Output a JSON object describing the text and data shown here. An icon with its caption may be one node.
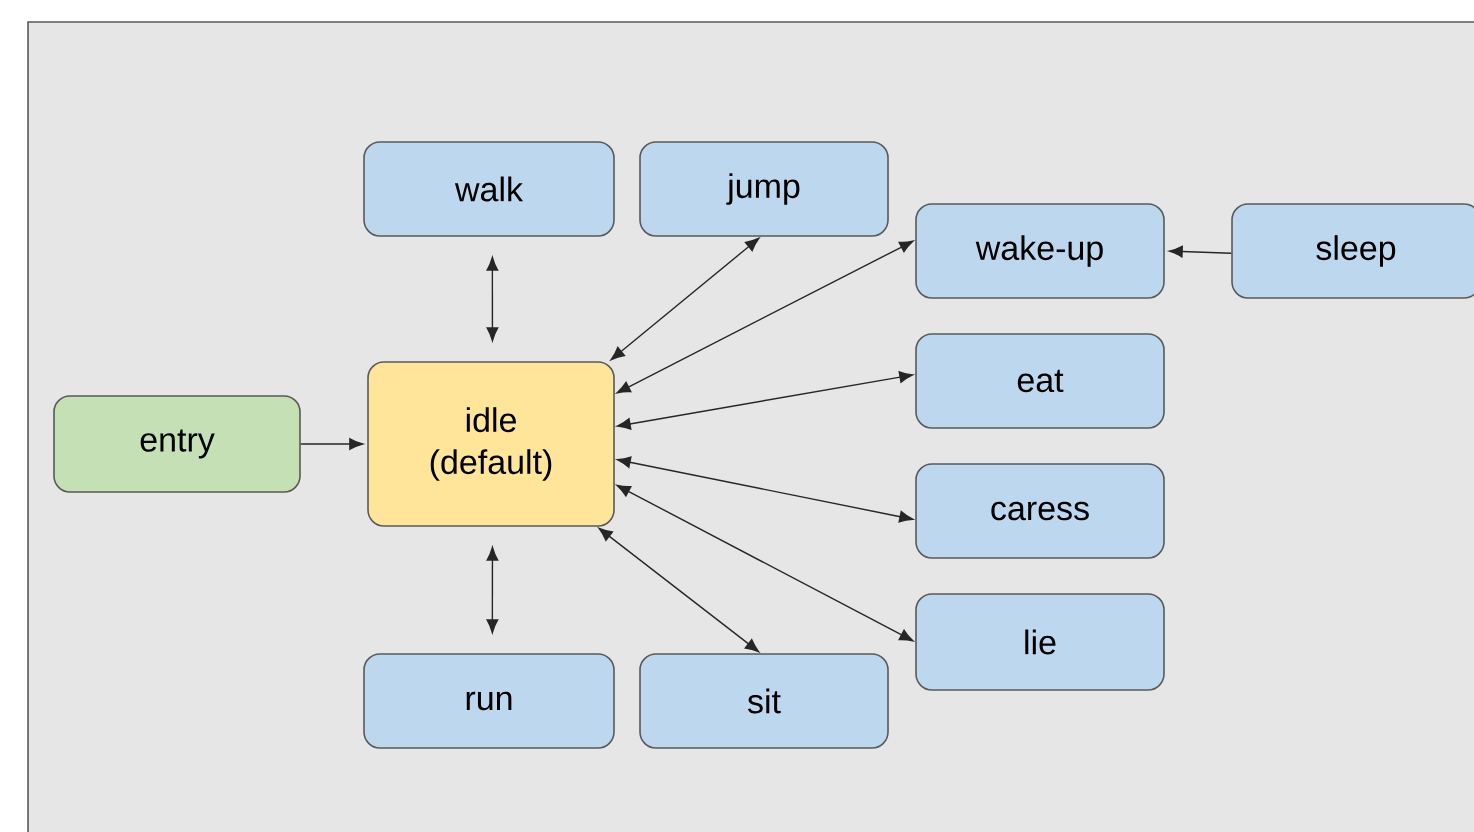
{
  "diagram": {
    "nodes": [
      {
        "text": [
          "walk"
        ]
      },
      {
        "text": [
          "jump"
        ]
      },
      {
        "text": [
          "wake-up"
        ]
      },
      {
        "text": [
          "sleep"
        ]
      },
      {
        "text": [
          "entry"
        ]
      },
      {
        "text": [
          "idle (default)"
        ]
      },
      {
        "text": [
          "eat"
        ]
      },
      {
        "text": [
          "caress"
        ]
      },
      {
        "text": [
          "lie"
        ]
      },
      {
        "text": [
          "run"
        ]
      },
      {
        "text": [
          "sit"
        ]
      }
    ],
    "edges": [
      {
        "from": 4,
        "to": 5,
        "arrow": "to"
      },
      {
        "from": 0,
        "to": 5,
        "arrow": "both"
      },
      {
        "from": 1,
        "to": 5,
        "arrow": "both"
      },
      {
        "from": 2,
        "to": 5,
        "arrow": "both"
      },
      {
        "from": 6,
        "to": 5,
        "arrow": "both"
      },
      {
        "from": 7,
        "to": 5,
        "arrow": "both"
      },
      {
        "from": 8,
        "to": 5,
        "arrow": "both"
      },
      {
        "from": 10,
        "to": 5,
        "arrow": "both"
      },
      {
        "from": 9,
        "to": 5,
        "arrow": "both"
      },
      {
        "from": 3,
        "to": 2,
        "arrow": "to"
      }
    ]
  }
}
